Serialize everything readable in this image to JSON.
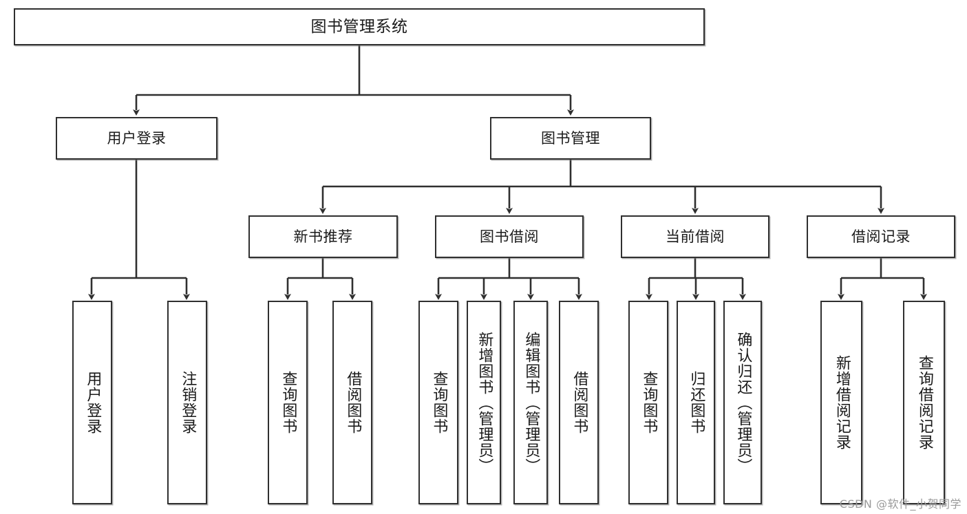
{
  "diagram": {
    "title": "图书管理系统",
    "watermark": "CSDN @软件_小贺同学",
    "style": {
      "border_color": "#2f2f2f",
      "fill_color": "#ffffff",
      "text_color": "#1a1a1a",
      "watermark_color": "#9a9a9a"
    },
    "nodes": {
      "root": {
        "label": "图书管理系统"
      },
      "level2": [
        {
          "id": "user-login",
          "label": "用户登录"
        },
        {
          "id": "book-manage",
          "label": "图书管理"
        }
      ],
      "level3": [
        {
          "id": "new-book-recommend",
          "label": "新书推荐"
        },
        {
          "id": "book-borrow",
          "label": "图书借阅"
        },
        {
          "id": "current-borrow",
          "label": "当前借阅"
        },
        {
          "id": "borrow-record",
          "label": "借阅记录"
        }
      ],
      "leaves": {
        "user_login": [
          {
            "id": "leaf-user-login",
            "label": "用户登录"
          },
          {
            "id": "leaf-logout-login",
            "label": "注销登录"
          }
        ],
        "new_book_recommend": [
          {
            "id": "leaf-query-book-1",
            "label": "查询图书"
          },
          {
            "id": "leaf-borrow-book-1",
            "label": "借阅图书"
          }
        ],
        "book_borrow": [
          {
            "id": "leaf-query-book-2",
            "label": "查询图书"
          },
          {
            "id": "leaf-add-book",
            "label": "新增图书（管理员）"
          },
          {
            "id": "leaf-edit-book",
            "label": "编辑图书（管理员）"
          },
          {
            "id": "leaf-borrow-book-2",
            "label": "借阅图书"
          }
        ],
        "current_borrow": [
          {
            "id": "leaf-query-book-3",
            "label": "查询图书"
          },
          {
            "id": "leaf-return-book",
            "label": "归还图书"
          },
          {
            "id": "leaf-confirm-return",
            "label": "确认归还（管理员）"
          }
        ],
        "borrow_record": [
          {
            "id": "leaf-add-record",
            "label": "新增借阅记录"
          },
          {
            "id": "leaf-query-record",
            "label": "查询借阅记录"
          }
        ]
      }
    }
  }
}
